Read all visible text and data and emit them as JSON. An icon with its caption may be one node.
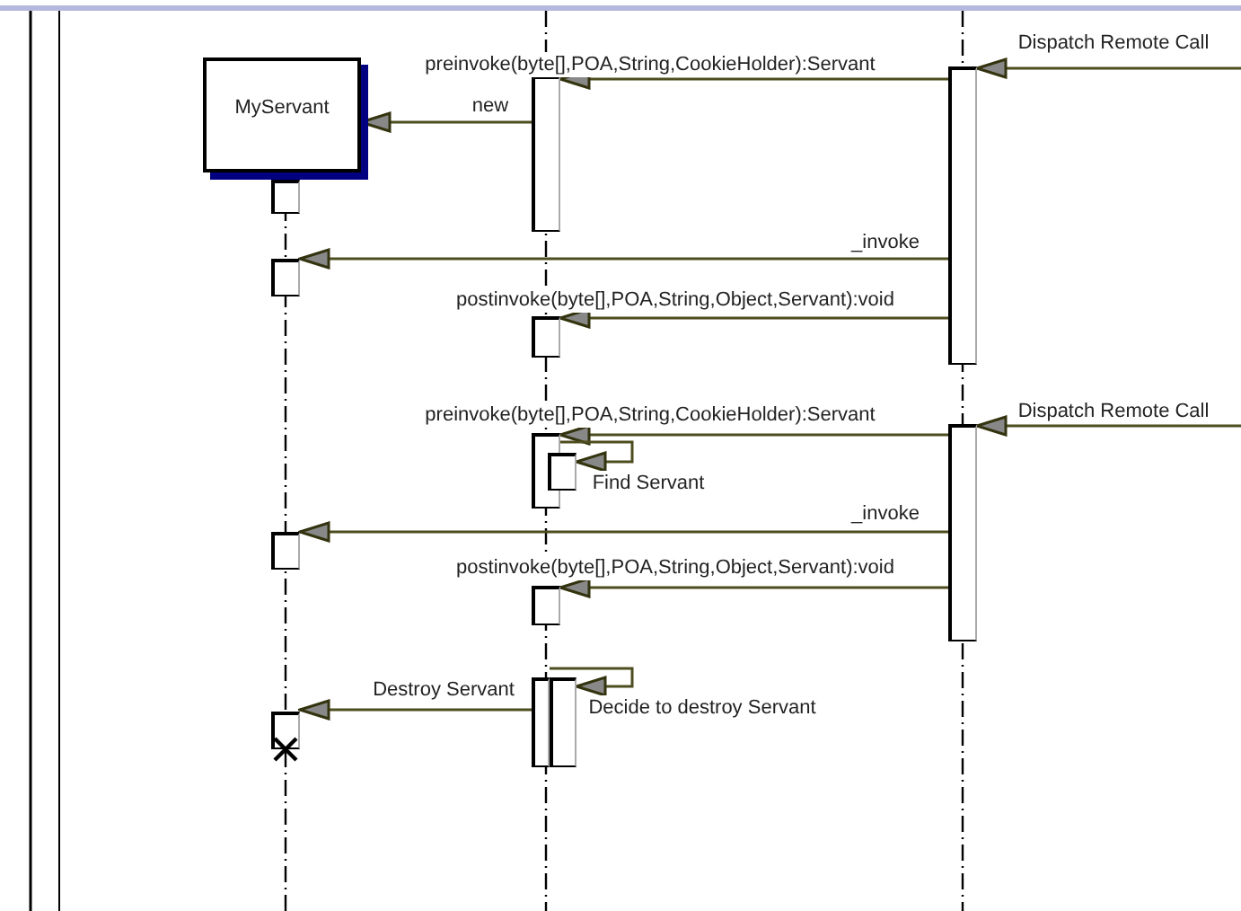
{
  "diagram": {
    "nodes": [
      {
        "text": [
          "MyServant"
        ]
      },
      {
        "text": [],
        "shape": "bar"
      },
      {
        "text": [],
        "shape": "bar"
      },
      {
        "text": [],
        "shape": "bar"
      },
      {
        "text": [],
        "shape": "bar"
      },
      {
        "text": [],
        "shape": "bar"
      },
      {
        "text": [],
        "shape": "bar"
      },
      {
        "text": [],
        "shape": "bar"
      },
      {
        "text": [],
        "shape": "bar"
      },
      {
        "text": [],
        "shape": "bar"
      },
      {
        "text": [],
        "shape": "bar"
      },
      {
        "text": [],
        "shape": "bar"
      },
      {
        "text": [],
        "shape": "bar"
      },
      {
        "text": [],
        "shape": "bar"
      }
    ],
    "edges": [
      {
        "from": null,
        "to": 12,
        "arrow": "to",
        "label": "Dispatch Remote Call"
      },
      {
        "from": 12,
        "to": 5,
        "arrow": "to",
        "label": "preinvoke(byte[],POA,String,CookieHolder):Servant"
      },
      {
        "from": 5,
        "to": 0,
        "arrow": "to",
        "label": "new"
      },
      {
        "from": 12,
        "to": 2,
        "arrow": "to",
        "label": "_invoke"
      },
      {
        "from": 12,
        "to": 6,
        "arrow": "to",
        "label": "postinvoke(byte[],POA,String,Object,Servant):void"
      },
      {
        "from": null,
        "to": 13,
        "arrow": "to",
        "label": "Dispatch Remote Call"
      },
      {
        "from": 13,
        "to": 7,
        "arrow": "to",
        "label": "preinvoke(byte[],POA,String,CookieHolder):Servant"
      },
      {
        "from": 7,
        "to": 8,
        "arrow": "to",
        "label": "Find Servant"
      },
      {
        "from": 13,
        "to": 3,
        "arrow": "to",
        "label": "_invoke"
      },
      {
        "from": 13,
        "to": 9,
        "arrow": "to",
        "label": "postinvoke(byte[],POA,String,Object,Servant):void"
      },
      {
        "from": 10,
        "to": 11,
        "arrow": "to",
        "label": "Decide to destroy Servant"
      },
      {
        "from": 10,
        "to": 4,
        "arrow": "to",
        "label": "Destroy Servant"
      }
    ]
  }
}
